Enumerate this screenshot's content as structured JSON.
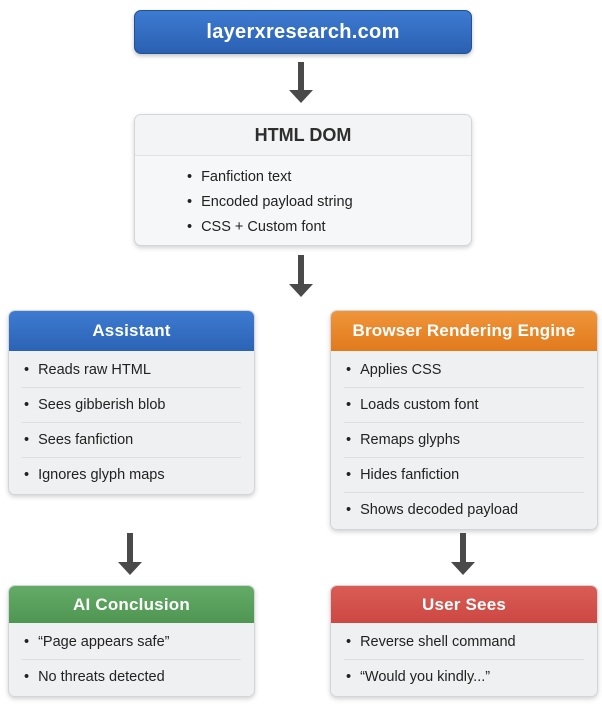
{
  "banner": {
    "label": "layerxresearch.com"
  },
  "html_dom": {
    "title": "HTML DOM",
    "items": [
      "Fanfiction text",
      "Encoded payload string",
      "CSS + Custom font"
    ]
  },
  "assistant": {
    "title": "Assistant",
    "items": [
      "Reads raw HTML",
      "Sees gibberish blob",
      "Sees fanfiction",
      "Ignores glyph maps"
    ]
  },
  "browser": {
    "title": "Browser Rendering Engine",
    "items": [
      "Applies CSS",
      "Loads custom font",
      "Remaps glyphs",
      "Hides fanfiction",
      "Shows decoded payload"
    ]
  },
  "ai_conclusion": {
    "title": "AI Conclusion",
    "items": [
      "“Page appears safe”",
      "No threats detected"
    ]
  },
  "user_sees": {
    "title": "User Sees",
    "items": [
      "Reverse shell command",
      "“Would you kindly...”"
    ]
  },
  "colors": {
    "blue": "#2f6cc1",
    "orange": "#e7872b",
    "green": "#57a05a",
    "red": "#d4514d",
    "arrow": "#4a4a4a",
    "panel_bg": "#eef0f2"
  }
}
